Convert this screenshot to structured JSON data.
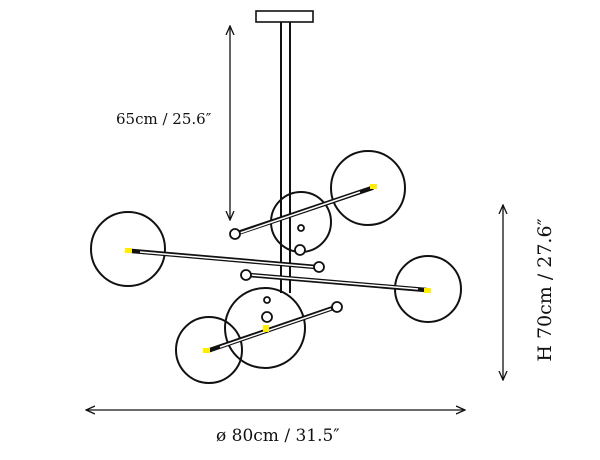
{
  "dimensions": {
    "drop": "65cm / 25.6″",
    "height": "H 70cm / 27.6″",
    "width": "ø 80cm / 31.5″"
  },
  "colors": {
    "line": "#111111",
    "bulb": "#ffee00"
  }
}
